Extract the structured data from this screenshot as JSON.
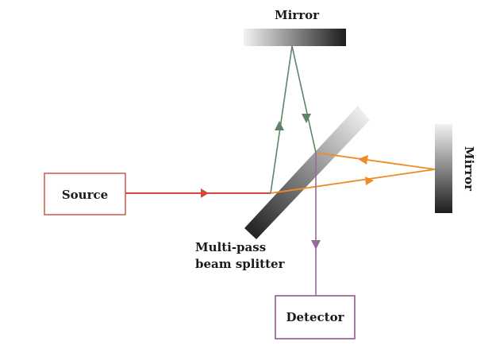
{
  "labels": {
    "top_mirror": "Mirror",
    "right_mirror": "Mirror",
    "source": "Source",
    "detector": "Detector",
    "splitter_line1": "Multi-pass",
    "splitter_line2": "beam splitter"
  },
  "colors": {
    "source_beam": "#d14a3c",
    "vertical_arm": "#5e8466",
    "horizontal_arm": "#f08a24",
    "detector_beam": "#9a6a9a",
    "source_box": "#c9584c",
    "detector_box": "#8a4f86",
    "mirror_dark": "#1c1c1c",
    "mirror_light": "#f2f2f2"
  }
}
